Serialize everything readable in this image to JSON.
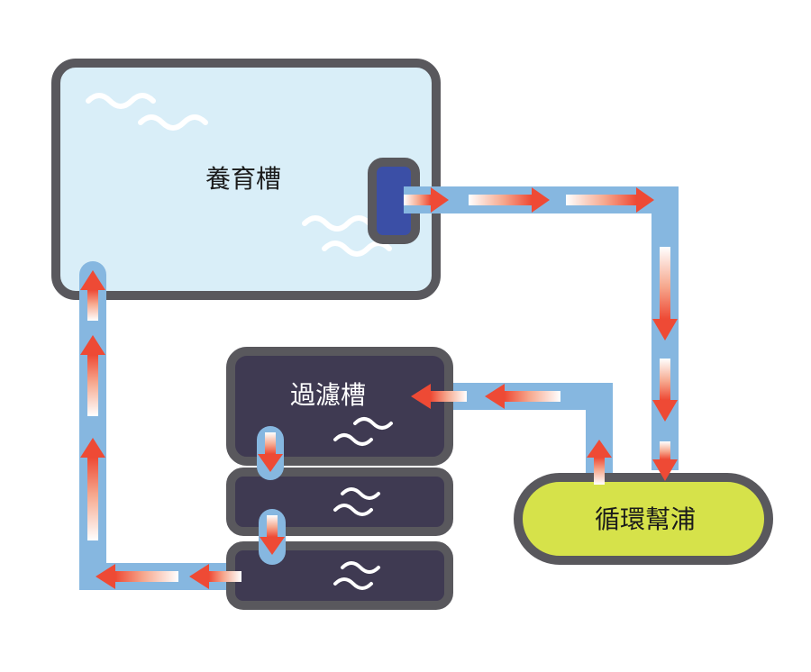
{
  "labels": {
    "tank": "養育槽",
    "filter": "過濾槽",
    "pump": "循環幫浦"
  },
  "colors": {
    "tank_fill": "#d9eef8",
    "frame_stroke": "#59585d",
    "filter_fill": "#3f3a52",
    "pump_fill": "#d6e24a",
    "pipe": "#86b7e0",
    "outlet": "#3b4fa6",
    "arrow": "#ee4a35",
    "wave_light": "#ffffff",
    "text_dark": "#1b1b1b",
    "text_light": "#ffffff"
  },
  "icons": {
    "flow_arrow": "arrow-icon",
    "water_wave": "wave-icon",
    "outlet": "outlet-icon"
  }
}
